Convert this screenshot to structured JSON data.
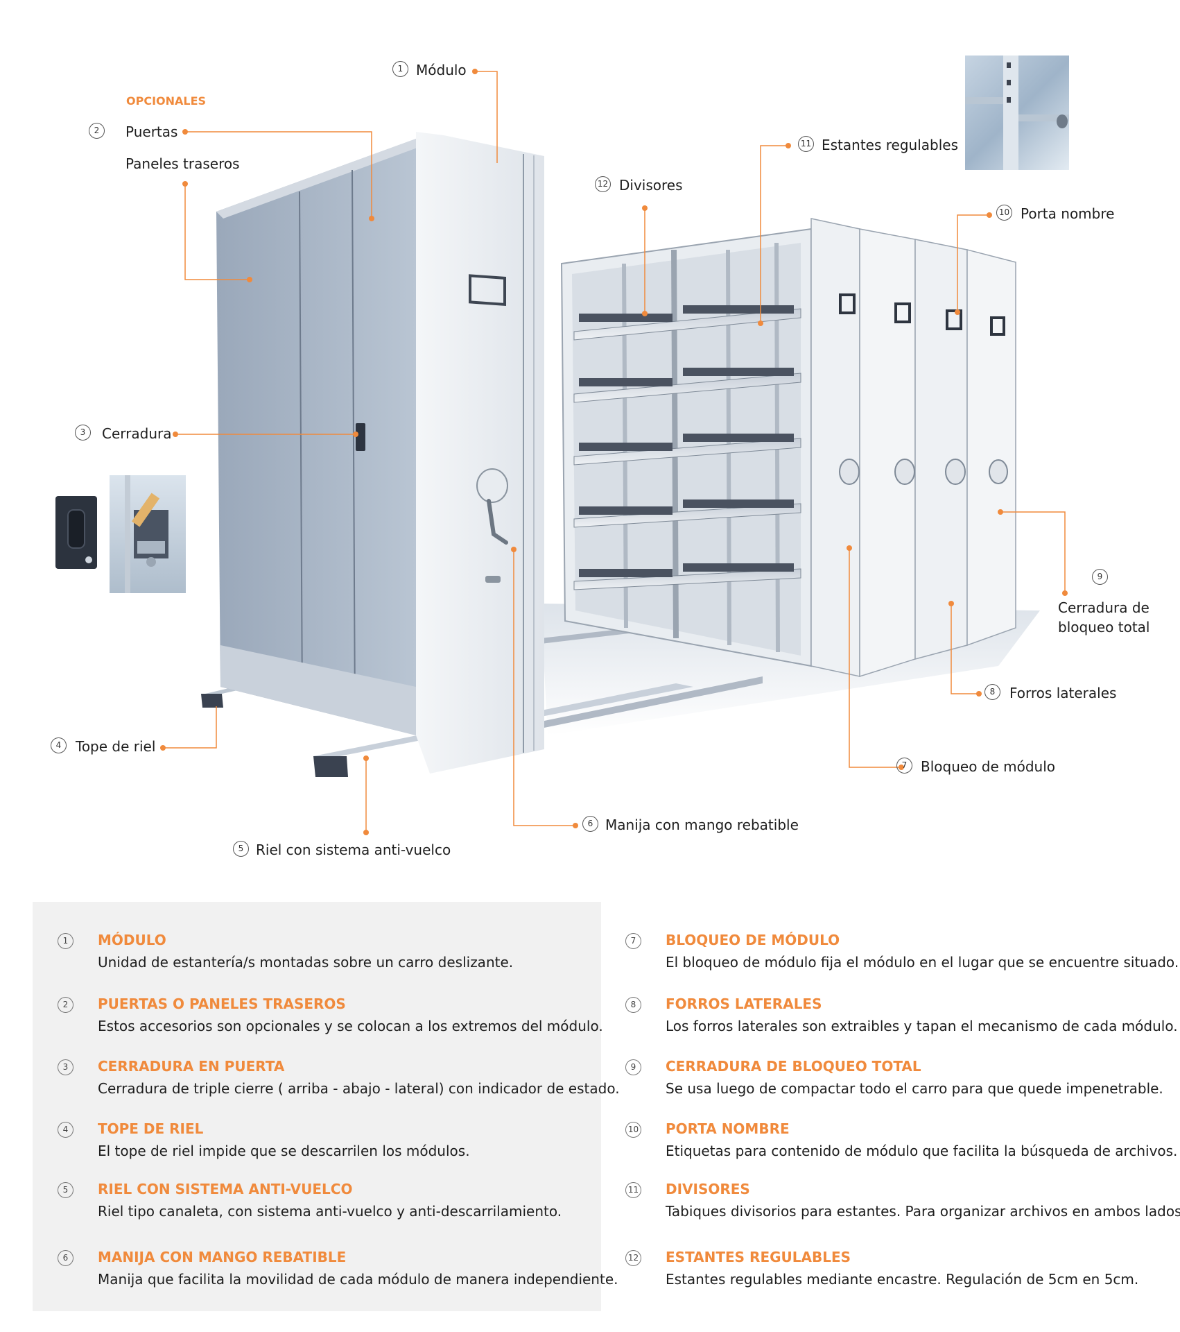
{
  "colors": {
    "accent": "#f08a3c",
    "legend_bg": "#f1f1f1",
    "text": "#1e1e1e"
  },
  "callouts": {
    "opcionales": "OPCIONALES",
    "c1": {
      "num": "1",
      "label": "Módulo"
    },
    "c2": {
      "num": "2",
      "label": "Puertas",
      "label2": "Paneles traseros"
    },
    "c3": {
      "num": "3",
      "label": "Cerradura"
    },
    "c4": {
      "num": "4",
      "label": "Tope de riel"
    },
    "c5": {
      "num": "5",
      "label": "Riel con sistema anti-vuelco"
    },
    "c6": {
      "num": "6",
      "label": "Manija con mango rebatible"
    },
    "c7": {
      "num": "7",
      "label": "Bloqueo de módulo"
    },
    "c8": {
      "num": "8",
      "label": "Forros laterales"
    },
    "c9": {
      "num": "9",
      "label": "Cerradura de",
      "label2": "bloqueo total"
    },
    "c10": {
      "num": "10",
      "label": "Porta nombre"
    },
    "c11": {
      "num": "11",
      "label": "Estantes regulables"
    },
    "c12": {
      "num": "12",
      "label": "Divisores"
    }
  },
  "legend": {
    "left": [
      {
        "num": "1",
        "title": "MÓDULO",
        "desc": "Unidad de estantería/s montadas sobre un carro deslizante."
      },
      {
        "num": "2",
        "title": "PUERTAS O PANELES TRASEROS",
        "desc": "Estos accesorios son opcionales y se colocan a los extremos del módulo."
      },
      {
        "num": "3",
        "title": "CERRADURA EN PUERTA",
        "desc": "Cerradura de triple cierre ( arriba - abajo - lateral) con indicador de estado."
      },
      {
        "num": "4",
        "title": "TOPE DE RIEL",
        "desc": "El tope de riel impide que se descarrilen los módulos."
      },
      {
        "num": "5",
        "title": "RIEL CON SISTEMA ANTI-VUELCO",
        "desc": "Riel tipo canaleta, con sistema anti-vuelco y anti-descarrilamiento."
      },
      {
        "num": "6",
        "title": "MANIJA CON MANGO REBATIBLE",
        "desc": "Manija que facilita la movilidad de cada módulo de manera independiente."
      }
    ],
    "right": [
      {
        "num": "7",
        "title": "BLOQUEO DE MÓDULO",
        "desc": "El bloqueo de módulo fija el módulo en el lugar que se encuentre situado."
      },
      {
        "num": "8",
        "title": "FORROS LATERALES",
        "desc": "Los forros laterales son extraibles y tapan el mecanismo de cada módulo."
      },
      {
        "num": "9",
        "title": "CERRADURA DE BLOQUEO TOTAL",
        "desc": "Se usa luego de compactar todo el carro para que quede impenetrable."
      },
      {
        "num": "10",
        "title": "PORTA NOMBRE",
        "desc": "Etiquetas para contenido de módulo que facilita la búsqueda de archivos."
      },
      {
        "num": "11",
        "title": "DIVISORES",
        "desc": "Tabiques divisorios para estantes. Para organizar archivos en ambos lados"
      },
      {
        "num": "12",
        "title": "ESTANTES REGULABLES",
        "desc": "Estantes regulables mediante encastre. Regulación de 5cm en 5cm."
      }
    ]
  }
}
